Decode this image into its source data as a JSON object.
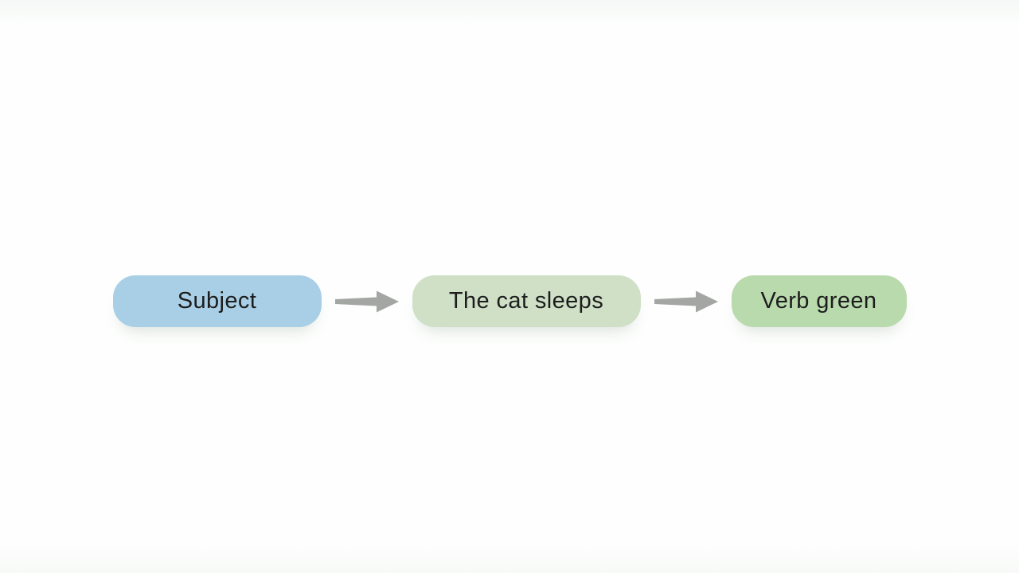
{
  "canvas": {
    "background": "#fdfefd"
  },
  "colors": {
    "arrow": "#a3a6a3",
    "text": "#1d1d1d",
    "node_subject": "#a9cfe6",
    "node_sentence": "#cfe0c7",
    "node_verb": "#b9daad"
  },
  "diagram": {
    "type": "flow-left-to-right",
    "nodes": [
      {
        "id": "subject",
        "label": "Subject",
        "color": "#a9cfe6"
      },
      {
        "id": "sentence",
        "label": "The cat sleeps",
        "color": "#cfe0c7"
      },
      {
        "id": "verb",
        "label": "Verb green",
        "color": "#b9daad"
      }
    ],
    "connectors": [
      {
        "from": "subject",
        "to": "sentence",
        "style": "gray-arrow-right"
      },
      {
        "from": "sentence",
        "to": "verb",
        "style": "gray-arrow-right"
      }
    ]
  }
}
